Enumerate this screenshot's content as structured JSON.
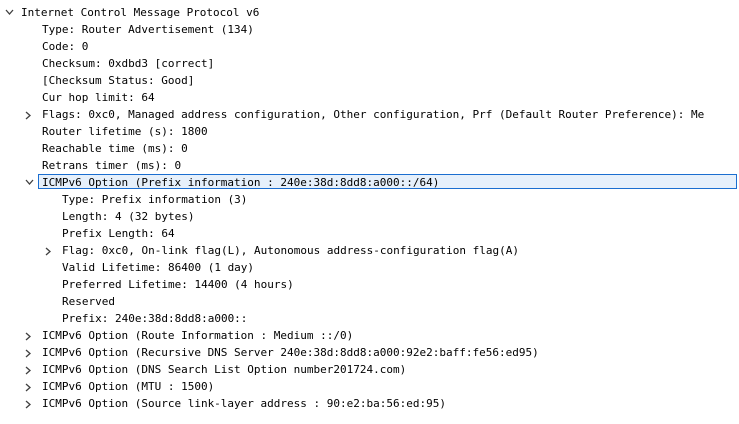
{
  "tree": {
    "root": {
      "label": "Internet Control Message Protocol v6",
      "expanded": true
    },
    "fields": [
      {
        "label": "Type: Router Advertisement (134)"
      },
      {
        "label": "Code: 0"
      },
      {
        "label": "Checksum: 0xdbd3 [correct]"
      },
      {
        "label": "[Checksum Status: Good]"
      },
      {
        "label": "Cur hop limit: 64"
      },
      {
        "label": "Flags: 0xc0, Managed address configuration, Other configuration, Prf (Default Router Preference): Me",
        "collapsed": true
      },
      {
        "label": "Router lifetime (s): 1800"
      },
      {
        "label": "Reachable time (ms): 0"
      },
      {
        "label": "Retrans timer (ms): 0"
      }
    ],
    "prefix_option": {
      "label": "ICMPv6 Option (Prefix information : 240e:38d:8dd8:a000::/64)",
      "expanded": true,
      "selected": true,
      "children": [
        {
          "label": "Type: Prefix information (3)"
        },
        {
          "label": "Length: 4 (32 bytes)"
        },
        {
          "label": "Prefix Length: 64"
        },
        {
          "label": "Flag: 0xc0, On-link flag(L), Autonomous address-configuration flag(A)",
          "collapsed": true
        },
        {
          "label": "Valid Lifetime: 86400 (1 day)"
        },
        {
          "label": "Preferred Lifetime: 14400 (4 hours)"
        },
        {
          "label": "Reserved"
        },
        {
          "label": "Prefix: 240e:38d:8dd8:a000::"
        }
      ]
    },
    "options": [
      {
        "label": "ICMPv6 Option (Route Information : Medium ::/0)"
      },
      {
        "label": "ICMPv6 Option (Recursive DNS Server 240e:38d:8dd8:a000:92e2:baff:fe56:ed95)"
      },
      {
        "label": "ICMPv6 Option (DNS Search List Option number201724.com)"
      },
      {
        "label": "ICMPv6 Option (MTU : 1500)"
      },
      {
        "label": "ICMPv6 Option (Source link-layer address : 90:e2:ba:56:ed:95)"
      }
    ]
  },
  "colors": {
    "selection_border": "#1b6ed0",
    "selection_fill": "#e6f0fb",
    "arrow": "#404040",
    "text": "#000000"
  }
}
